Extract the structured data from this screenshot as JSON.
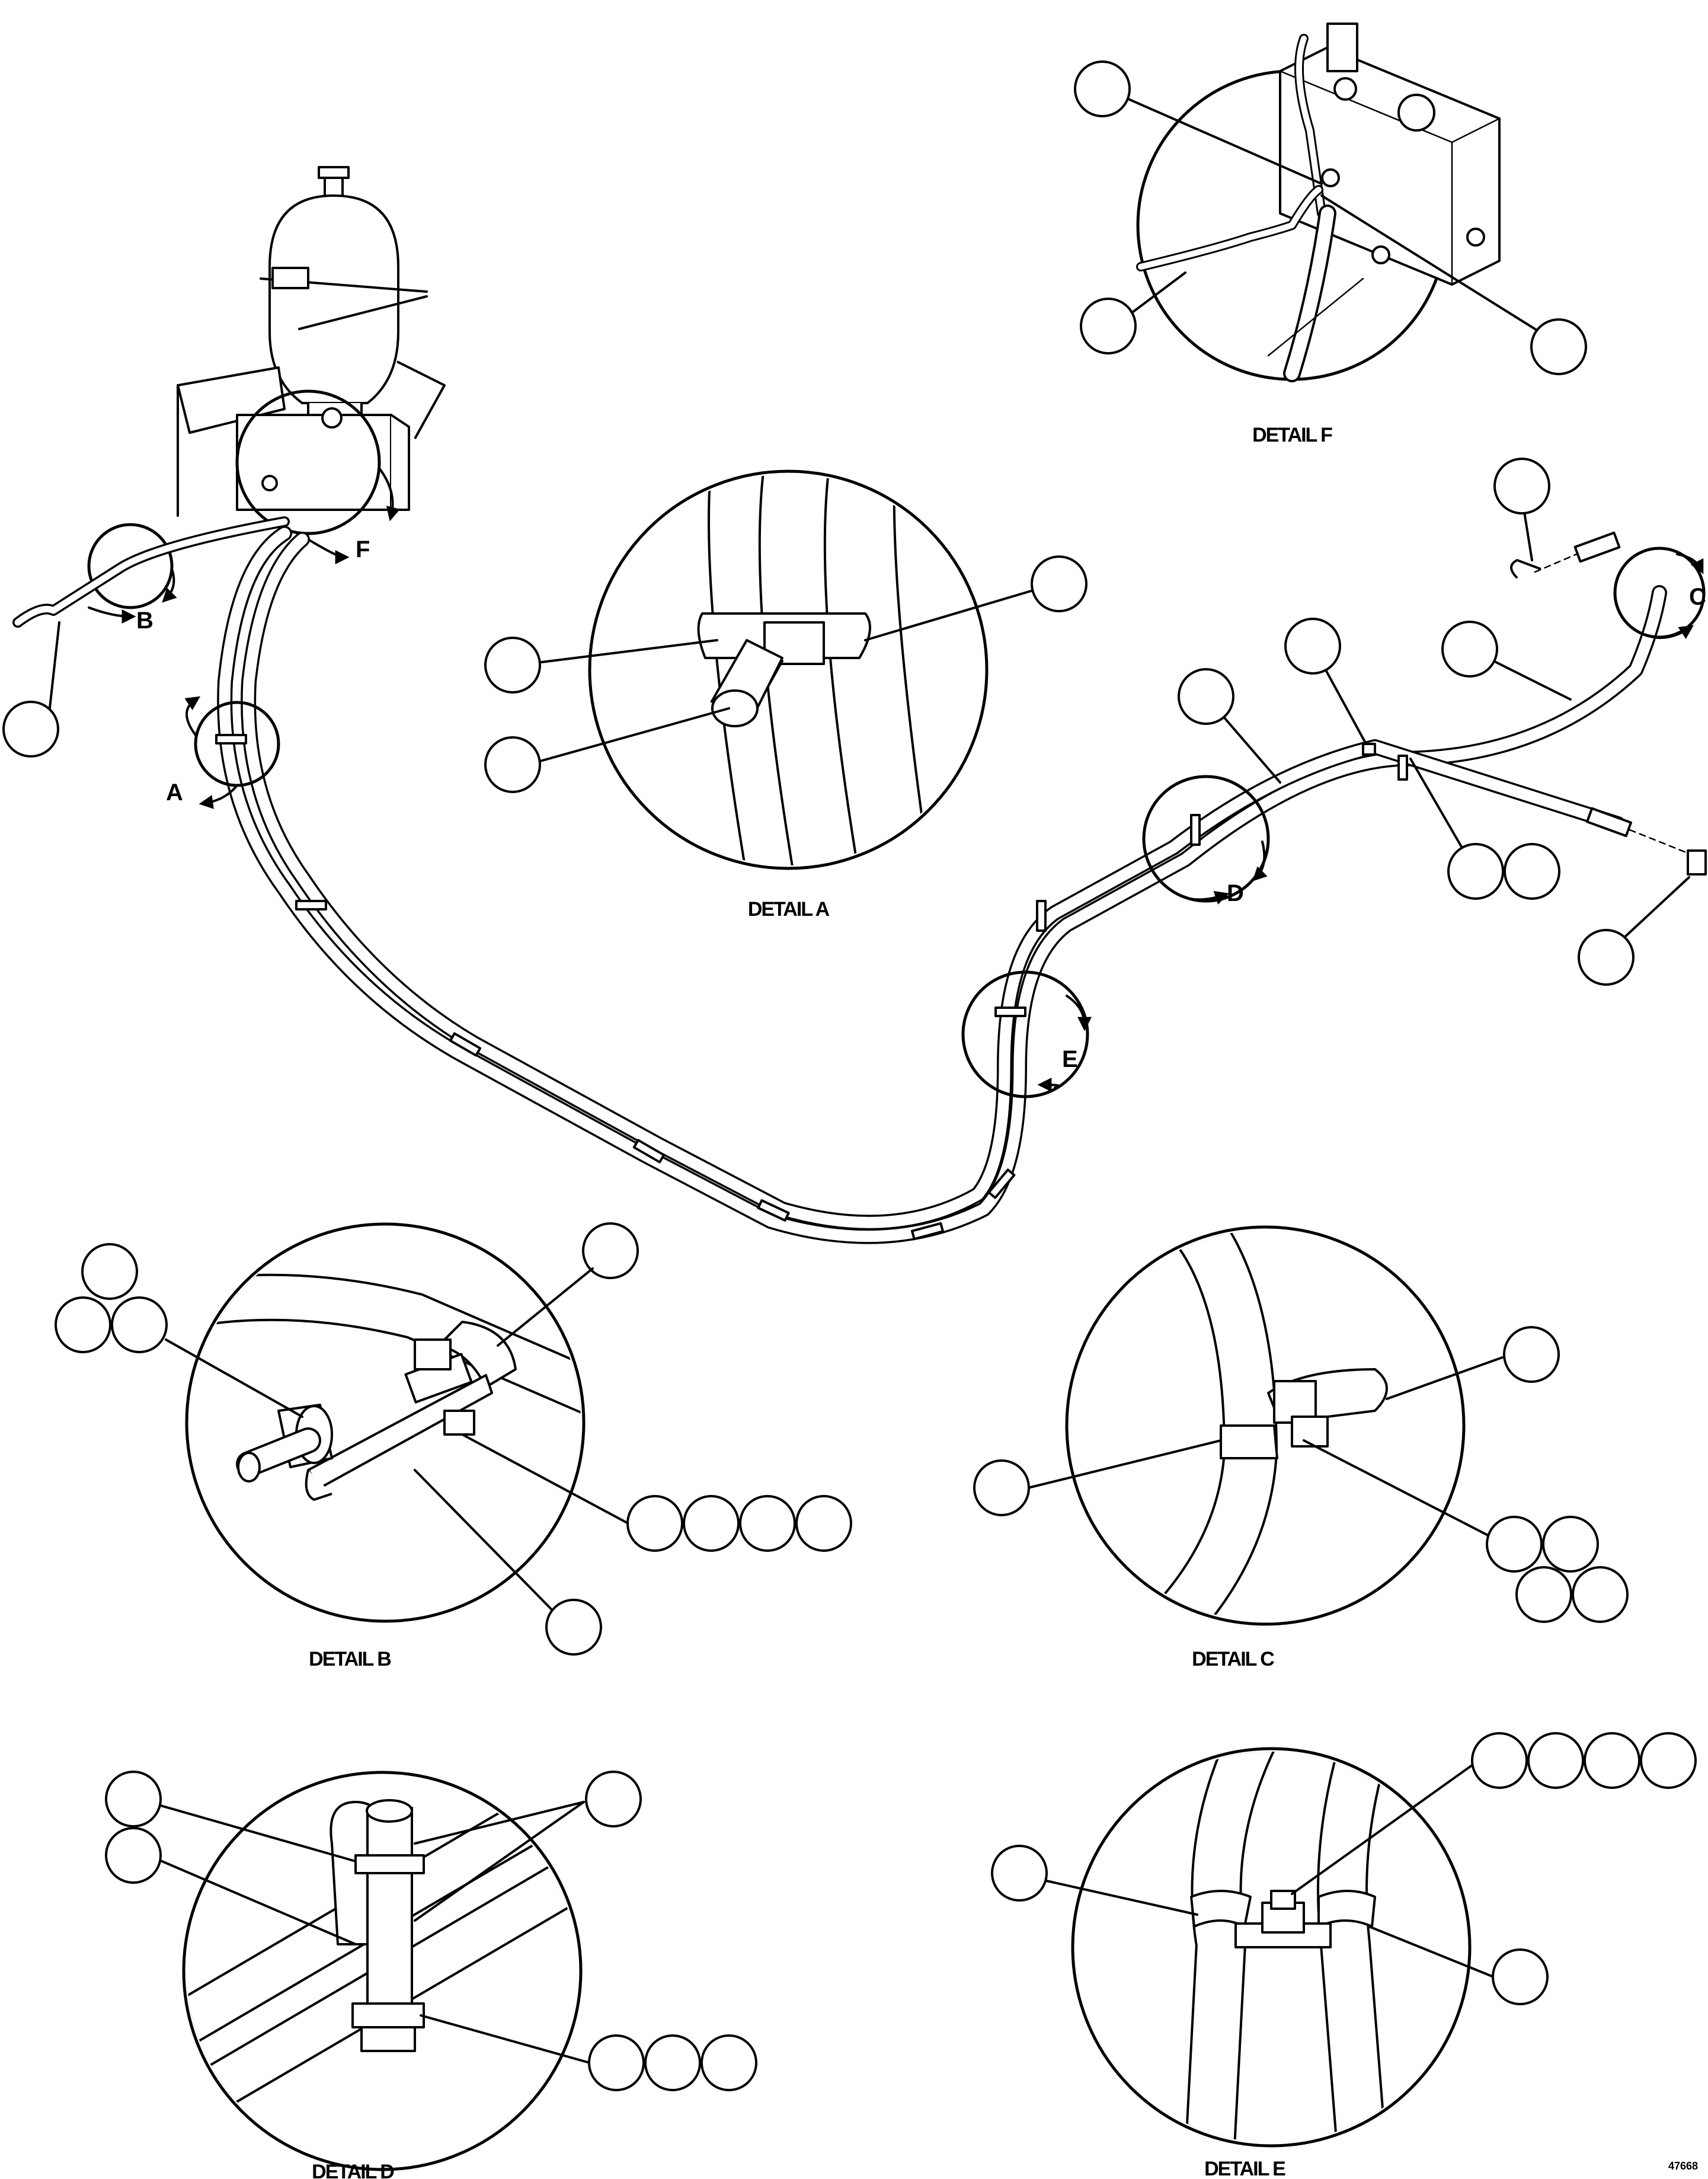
{
  "detail_labels": {
    "a": "DETAIL A",
    "b": "DETAIL B",
    "c": "DETAIL C",
    "d": "DETAIL D",
    "e": "DETAIL E",
    "f": "DETAIL F"
  },
  "view_letters": {
    "a": "A",
    "b": "B",
    "c": "C",
    "d": "D",
    "e": "E",
    "f": "F"
  },
  "drawing_number": "47668",
  "colors": {
    "line": "#000000",
    "background": "#ffffff"
  }
}
